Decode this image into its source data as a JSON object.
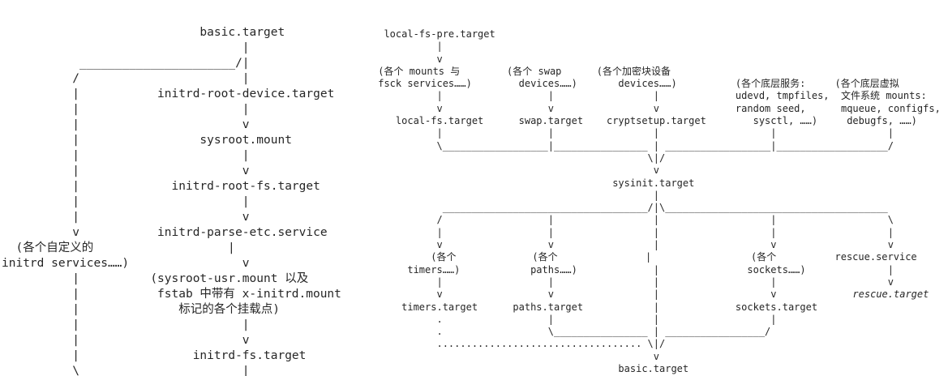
{
  "colors": {
    "background": "#ffffff",
    "text": "#262626"
  },
  "initrd_diagram": {
    "lines": [
      "                            basic.target",
      "                                  |",
      "           ______________________/|",
      "          /                       |",
      "          |           initrd-root-device.target",
      "          |                       |",
      "          |                       v",
      "          |                 sysroot.mount",
      "          |                       |",
      "          |                       v",
      "          |             initrd-root-fs.target",
      "          |                       |",
      "          |                       v",
      "          v           initrd-parse-etc.service",
      "  (各个自定义的                   |",
      "initrd services……)                v",
      "          |          (sysroot-usr.mount 以及",
      "          |           fstab 中带有 x-initrd.mount",
      "          |              标记的各个挂载点)",
      "          |                       |",
      "          |                       v",
      "          |                initrd-fs.target",
      "          \\                       |"
    ]
  },
  "system_diagram": {
    "lines_top": [
      "  local-fs-pre.target",
      "           |",
      "           v",
      " (各个 mounts 与        (各个 swap      (各个加密块设备",
      " fsck services……)        devices……)       devices……)          (各个底层服务:     (各个底层虚拟",
      "           |                  |                 |             udevd, tmpfiles,  文件系统 mounts:",
      "           v                  v                 v             random seed,      mqueue, configfs,",
      "    local-fs.target      swap.target    cryptsetup.target        sysctl, ……)     debugfs, ……)",
      "           |                  |                 |                   |                   |",
      "           \\__________________|________________ | __________________|___________________/",
      "                                               \\|/",
      "                                                v",
      "                                         sysinit.target",
      "                                                |",
      "            ___________________________________/|\\______________________________________",
      "           /                  |                 |                   |                   \\",
      "           |                  |                 |                   |                   |",
      "           v                  v                 |                   v                   v",
      "          (各个             (各个               |                 (各个          rescue.service",
      "      timers……)            paths……)             |               sockets……)              |",
      "           |                  |                 |                   |                   v",
      "           v                  v                 |                   v             "
    ],
    "rescue_target": "rescue.target",
    "lines_bottom": [
      "",
      "     timers.target      paths.target            |             sockets.target",
      "           .                  |                 |                   |",
      "           .                  \\________________ | _________________/",
      "           ................................... \\|/",
      "                                                v",
      "                                          basic.target"
    ]
  }
}
